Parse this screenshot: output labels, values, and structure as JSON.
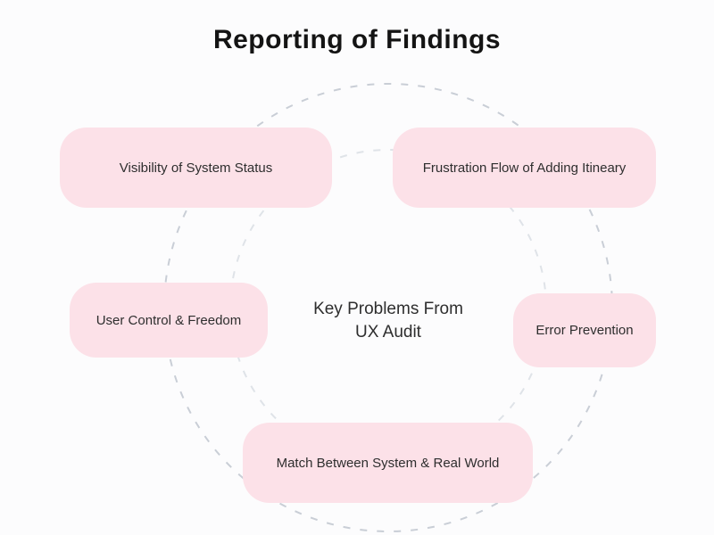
{
  "title": "Reporting of Findings",
  "center": {
    "line1": "Key Problems From",
    "line2": "UX Audit"
  },
  "nodes": [
    {
      "id": "visibility",
      "label": "Visibility of System Status"
    },
    {
      "id": "frustration",
      "label": "Frustration Flow of Adding Itineary"
    },
    {
      "id": "user-control",
      "label": "User Control & Freedom"
    },
    {
      "id": "error-prevention",
      "label": "Error Prevention"
    },
    {
      "id": "match",
      "label": "Match Between System & Real World"
    }
  ],
  "colors": {
    "node_fill": "#fce1e8",
    "dash_outer": "#c9ced6",
    "dash_inner": "#dfe3e8",
    "background": "#fcfcfd",
    "title_color": "#141414",
    "text_color": "#2e2e2e"
  }
}
